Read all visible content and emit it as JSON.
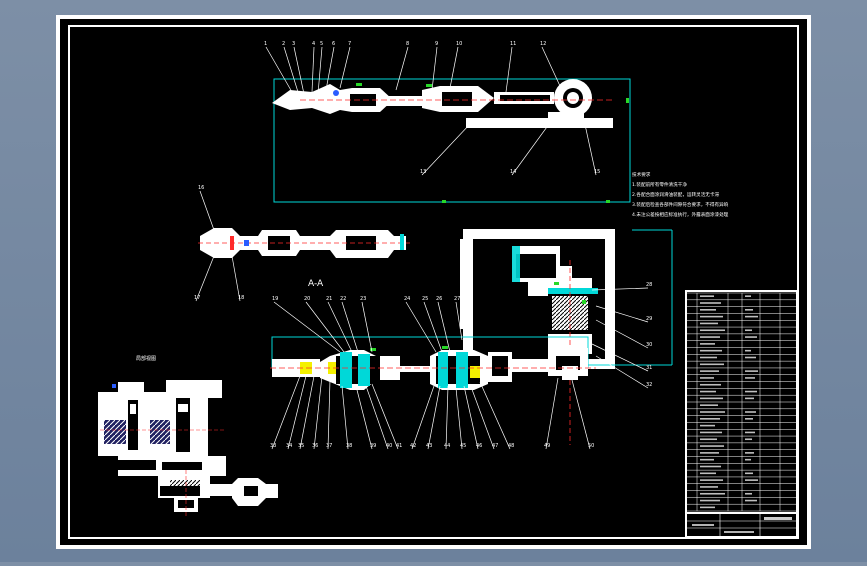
{
  "drawing": {
    "section_label": "A-A",
    "notes_title": "技术要求",
    "notes_lines": [
      "1.装配前所有零件清洗干净",
      "2.各配合面涂润滑油装配，运转灵活无卡滞",
      "3.装配后检查各部件间隙符合要求，不得有异响",
      "4.未注公差按相应标准执行，外露表面涂漆处理"
    ],
    "detail_label": "局部视图",
    "leader_numbers_top": [
      "1",
      "2",
      "3",
      "4",
      "5",
      "6",
      "7",
      "8",
      "9",
      "10",
      "11",
      "12"
    ],
    "leader_numbers_mid": [
      "13",
      "14",
      "15",
      "16",
      "17",
      "18"
    ],
    "leader_numbers_section_top": [
      "19",
      "20",
      "21",
      "22",
      "23",
      "24",
      "25",
      "26",
      "27"
    ],
    "leader_numbers_right": [
      "28",
      "29",
      "30",
      "31",
      "32"
    ],
    "leader_numbers_section_bottom": [
      "33",
      "34",
      "35",
      "36",
      "37",
      "38",
      "39",
      "40",
      "41",
      "42",
      "43",
      "44",
      "45",
      "46",
      "47",
      "48",
      "49",
      "50"
    ]
  },
  "colors": {
    "frame": "#ffffff",
    "sheet": "#000000",
    "part_fill": "#ffffff",
    "dimension": "#00d8d8",
    "centerline": "#ff2a2a",
    "marker": "#28d828",
    "highlight": "#f4f000",
    "accent_blue": "#2a5cff"
  }
}
